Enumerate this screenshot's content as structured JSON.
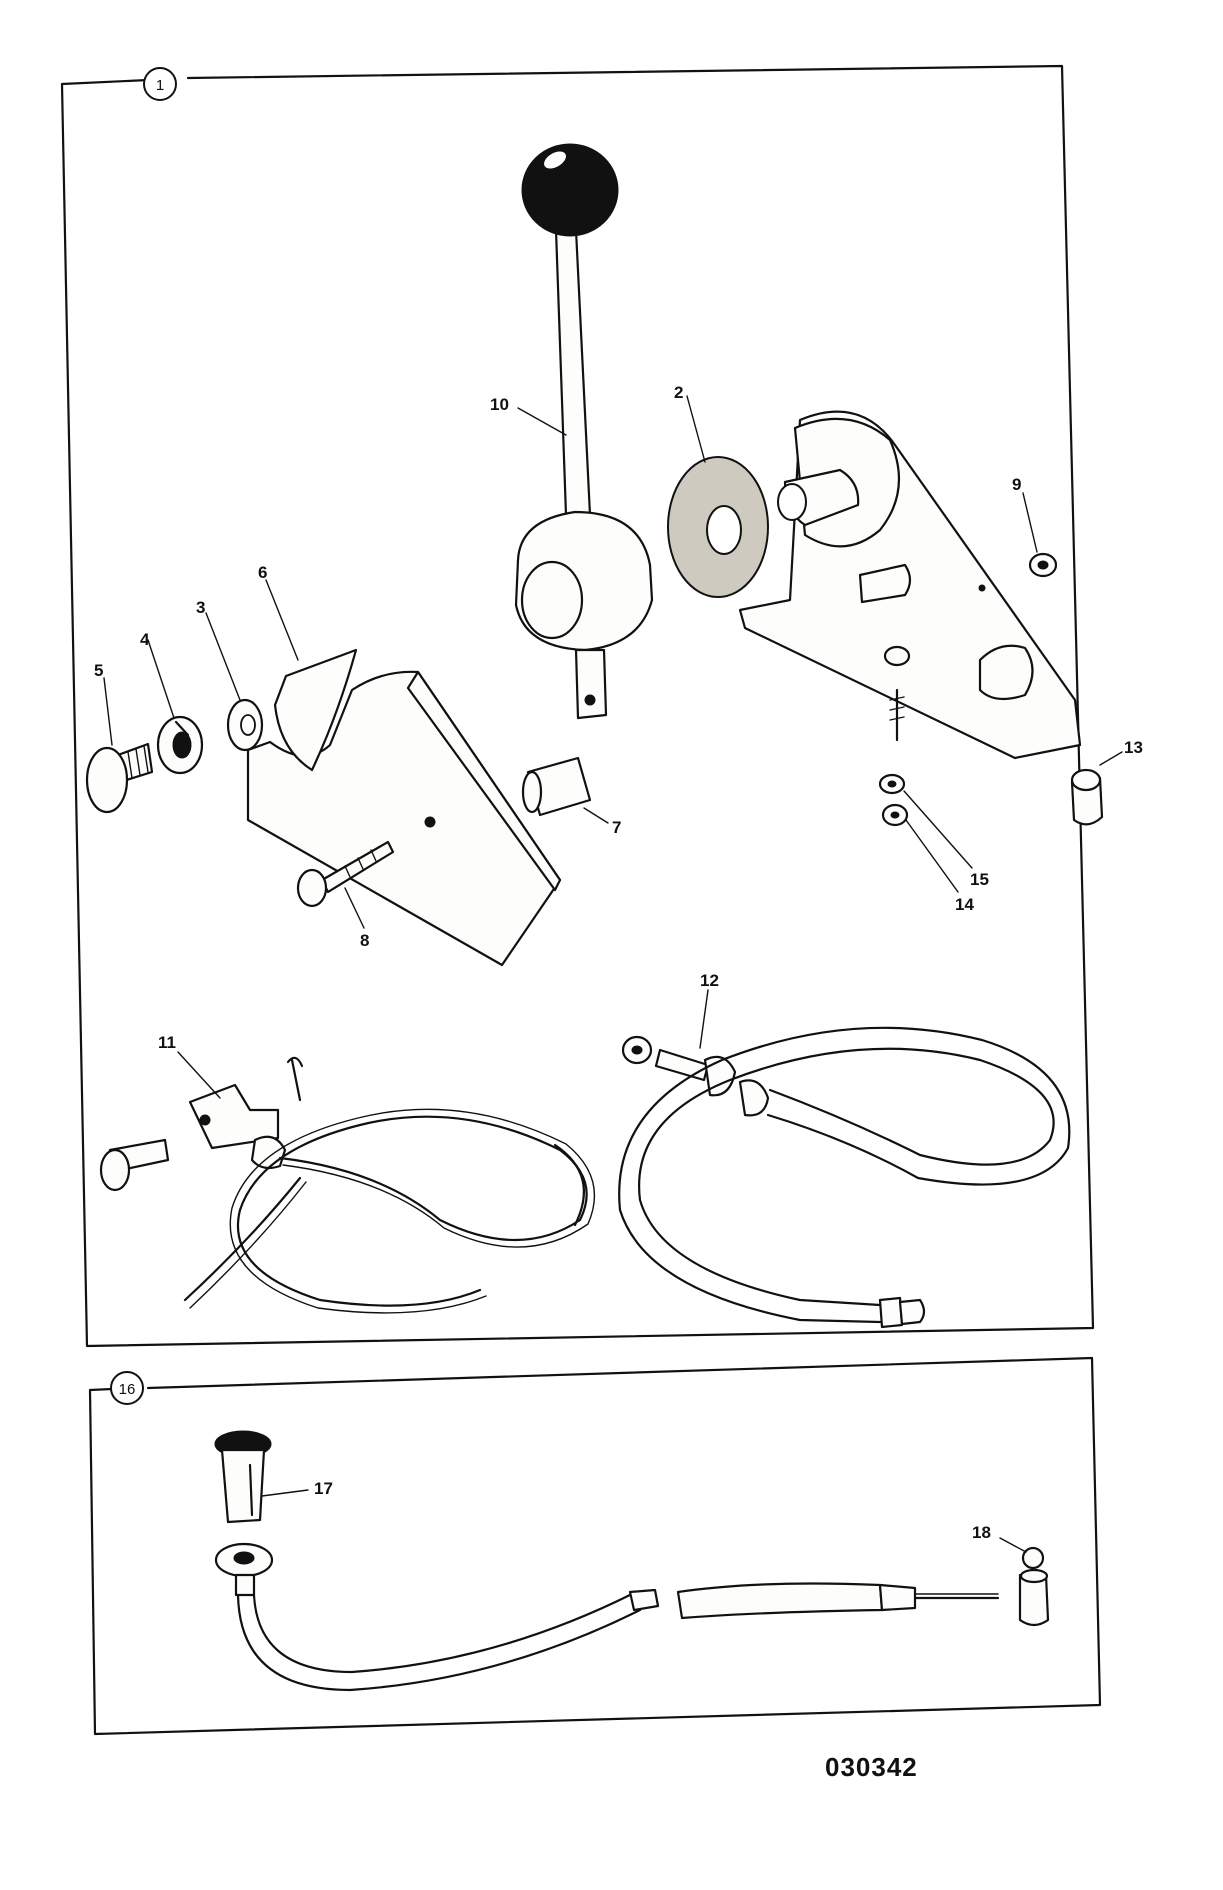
{
  "groups": [
    {
      "id": "1",
      "label": "1"
    },
    {
      "id": "16",
      "label": "16"
    }
  ],
  "callouts": {
    "p2": "2",
    "p3": "3",
    "p4": "4",
    "p5": "5",
    "p6": "6",
    "p7": "7",
    "p8": "8",
    "p9": "9",
    "p10": "10",
    "p11": "11",
    "p12": "12",
    "p13": "13",
    "p14": "14",
    "p15": "15",
    "p17": "17",
    "p18": "18"
  },
  "drawing_number": "030342"
}
